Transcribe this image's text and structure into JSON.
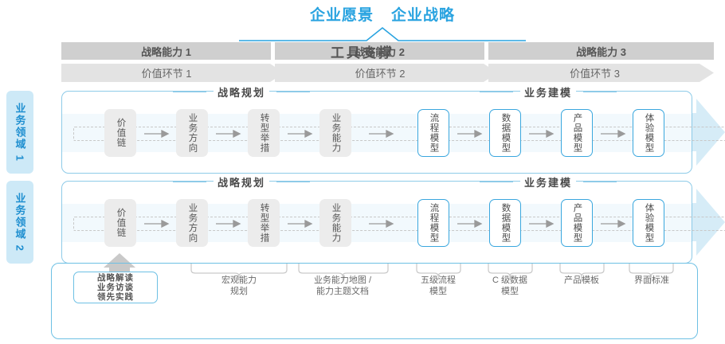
{
  "vision": {
    "items": [
      "企业愿景",
      "企业战略"
    ],
    "accent": "#29a3e0"
  },
  "capabilities": [
    {
      "label": "战略能力 1"
    },
    {
      "label": "战略能力 2"
    },
    {
      "label": "战略能力 3"
    }
  ],
  "value_segments": [
    {
      "label": "价值环节 1"
    },
    {
      "label": "价值环节 2"
    },
    {
      "label": "价值环节 3"
    }
  ],
  "domains": [
    {
      "label": "业务领域 1"
    },
    {
      "label": "业务领域 2"
    }
  ],
  "sections": {
    "planning": "战略规划",
    "modeling": "业务建模"
  },
  "nodes": {
    "planning": [
      "价值链",
      "业务方向",
      "转型举措",
      "业务能力"
    ],
    "modeling": [
      "流程模型",
      "数据模型",
      "产品模型",
      "体验模型"
    ]
  },
  "tools": {
    "chip": [
      "战略解读",
      "业务访谈",
      "领先实践"
    ],
    "labels": [
      "宏观能力\n规划",
      "业务能力地图 /\n能力主题文档",
      "五级流程\n模型",
      "C 级数据\n模型",
      "产品模板",
      "界面标准"
    ],
    "title": "工具支撑"
  },
  "colors": {
    "accent_blue": "#29a3e0",
    "card_border": "#8ecbe8",
    "bar_dark": "#cfcfcf",
    "bar_light": "#e3e3e3",
    "node_gray": "#ececec",
    "node_blue_border": "#3aa7de",
    "band": "#f2f9fd",
    "domain_tab": "#cde9f7"
  }
}
